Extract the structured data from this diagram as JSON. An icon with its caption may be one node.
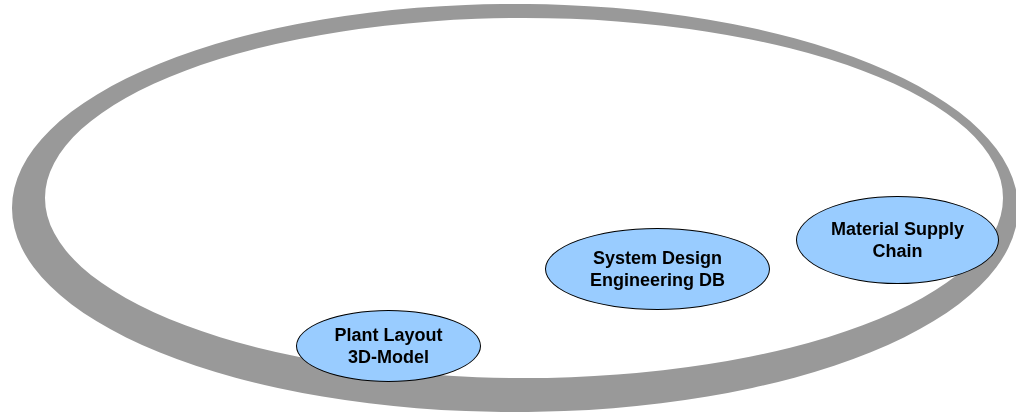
{
  "diagram": {
    "nodes": [
      {
        "text": [],
        "shape": "ellipse"
      },
      {
        "text": [
          "System Design Engineering DB"
        ],
        "in": 0
      },
      {
        "text": [
          "Material Supply Chain"
        ],
        "in": 0
      },
      {
        "text": [
          "Plant Layout 3D-Model"
        ],
        "in": 0
      }
    ]
  }
}
